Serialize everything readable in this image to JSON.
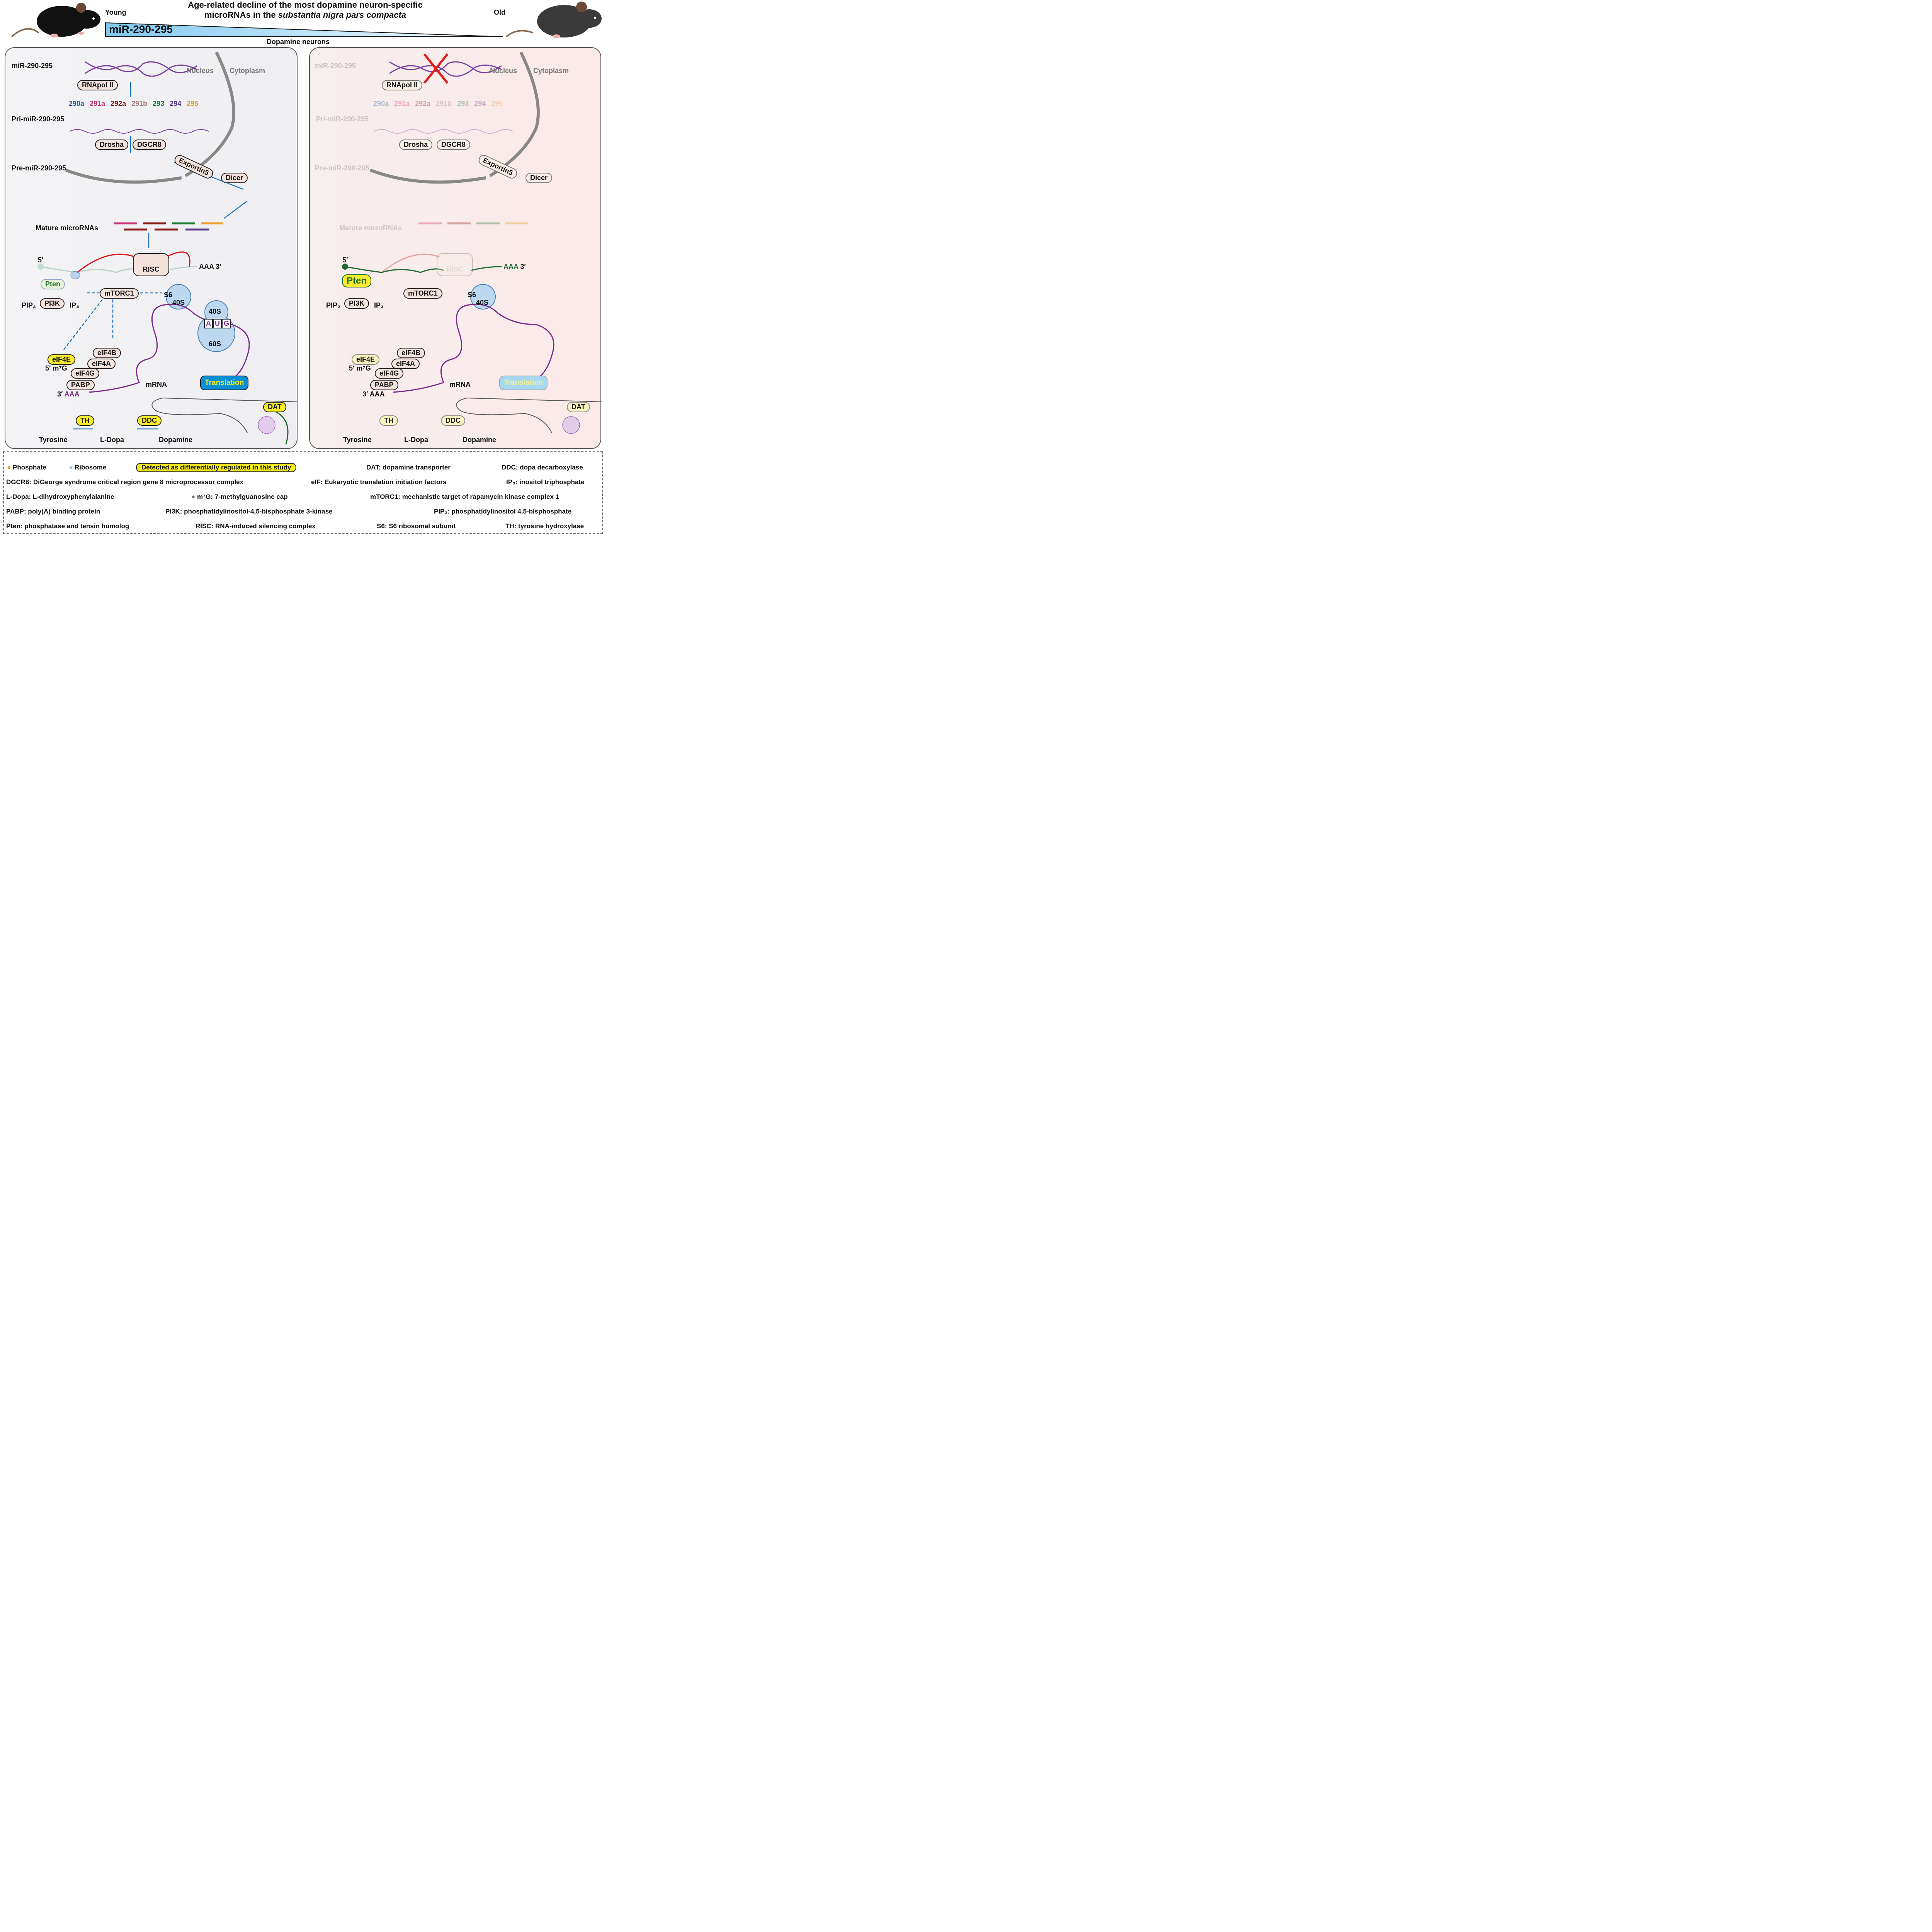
{
  "header": {
    "title_line1": "Age-related decline of the most dopamine neuron-specific",
    "title_line2_prefix": "microRNAs in the ",
    "title_line2_italic": "substantia nigra pars compacta",
    "young_label": "Young",
    "old_label": "Old",
    "wedge_label": "miR-290-295",
    "panel_title": "Dopamine neurons"
  },
  "colors": {
    "mir290a": "#2b5ea6",
    "mir291a": "#d0327a",
    "mir292a": "#8a1a1a",
    "mir291b": "#a08080",
    "mir293": "#1f7a35",
    "mir294": "#5b3a8c",
    "mir295": "#e8a020",
    "highlight_yellow": "#f6ec1c",
    "arrow_blue": "#1a6fbf",
    "inhibit_red": "#d7191c",
    "mrna_purple": "#7b2a8e",
    "pten_green": "#1f6b2e"
  },
  "left_panel": {
    "cluster_label": "miR-290-295",
    "nucleus": "Nucleus",
    "cytoplasm": "Cytoplasm",
    "rnapol": "RNApol II",
    "mirnas": [
      "290a",
      "291a",
      "292a",
      "291b",
      "293",
      "294",
      "295"
    ],
    "pri": "Pri-miR-290-295",
    "drosha": "Drosha",
    "dgcr8": "DGCR8",
    "pre": "Pre-miR-290-295",
    "exportin": "Exportin5",
    "dicer": "Dicer",
    "mature": "Mature microRNAs",
    "five_prime": "5′",
    "three_prime": "3′",
    "aaa": "AAA",
    "risc": "RISC",
    "pten": "Pten",
    "pip2": "PIP₂",
    "pi3k": "PI3K",
    "ip3": "IP₃",
    "mtorc1": "mTORC1",
    "s6": "S6",
    "s40": "40S",
    "s60": "60S",
    "codon": [
      "A",
      "U",
      "G"
    ],
    "eif4e": "eIF4E",
    "eif4b": "eIF4B",
    "eif4a": "eIF4A",
    "eif4g": "eIF4G",
    "m7g": "5′ m⁷G",
    "pabp": "PABP",
    "mrna": "mRNA",
    "translation": "Translation",
    "dat": "DAT",
    "th": "TH",
    "ddc": "DDC",
    "tyrosine": "Tyrosine",
    "ldopa": "L-Dopa",
    "dopamine": "Dopamine"
  },
  "right_panel": {
    "cluster_label": "miR-290-295",
    "nucleus": "Nucleus",
    "cytoplasm": "Cytoplasm",
    "rnapol": "RNApol II",
    "mirnas": [
      "290a",
      "291a",
      "292a",
      "291b",
      "293",
      "294",
      "295"
    ],
    "pri": "Pri-miR-290-295",
    "drosha": "Drosha",
    "dgcr8": "DGCR8",
    "pre": "Pre-miR-290-295",
    "exportin": "Exportin5",
    "dicer": "Dicer",
    "mature": "Mature microRNAs",
    "five_prime": "5′",
    "three_prime": "3′",
    "aaa": "AAA",
    "risc": "RISC",
    "pten": "Pten",
    "pip2": "PIP₂",
    "pi3k": "PI3K",
    "ip3": "IP₃",
    "mtorc1": "mTORC1",
    "s6": "S6",
    "s40": "40S",
    "eif4e": "eIF4E",
    "eif4b": "eIF4B",
    "eif4a": "eIF4A",
    "eif4g": "eIF4G",
    "m7g": "5′ m⁷G",
    "pabp": "PABP",
    "mrna": "mRNA",
    "translation": "Translation",
    "dat": "DAT",
    "th": "TH",
    "ddc": "DDC",
    "tyrosine": "Tyrosine",
    "ldopa": "L-Dopa",
    "dopamine": "Dopamine"
  },
  "legend": {
    "row1": [
      "Phosphate",
      "Ribosome",
      "Detected as differentially regulated in this study",
      "DAT: dopamine transporter",
      "DDC: dopa decarboxylase"
    ],
    "row2": [
      "DGCR8: DiGeorge syndrome critical region gene 8 microprocessor complex",
      "eIF: Eukaryotic translation initiation factors",
      "IP₃: inositol triphosphate"
    ],
    "row3": [
      "L-Dopa: L-dihydroxyphenylalanine",
      "m⁷G: 7-methylguanosine cap",
      "mTORC1: mechanistic target of rapamycin kinase complex 1"
    ],
    "row4": [
      "PABP: poly(A) binding protein",
      "PI3K: phosphatidylinositol-4,5-bisphosphate 3-kinase",
      "PIP₂: phosphatidylinositol 4,5-bisphosphate"
    ],
    "row5": [
      "Pten: phosphatase and tensin homolog",
      "RISC: RNA-induced silencing complex",
      "S6: S6 ribosomal subunit",
      "TH: tyrosine hydroxylase"
    ]
  }
}
